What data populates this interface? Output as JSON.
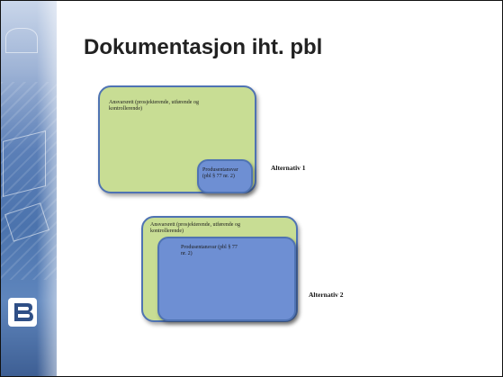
{
  "slide": {
    "title": "Dokumentasjon iht. pbl"
  },
  "alternatives": [
    {
      "label": "Alternativ 1",
      "outer_text": "Ansvarsrett (prosjekterende, utførende og kontrollerende)",
      "inner_text": "Produsentansvar (pbl § 77 nr. 2)"
    },
    {
      "label": "Alternativ 2",
      "outer_text": "Ansvarsrett (prosjekterende, utførende og kontrollerende)",
      "inner_text": "Produsentansvar (pbl § 77 nr. 2)"
    }
  ],
  "colors": {
    "green_fill": "#c8dd94",
    "blue_fill": "#6e8fd3",
    "box_border": "#4f73b3",
    "band": "#4b73ad"
  },
  "icons": {
    "logo": "logo-icon"
  }
}
